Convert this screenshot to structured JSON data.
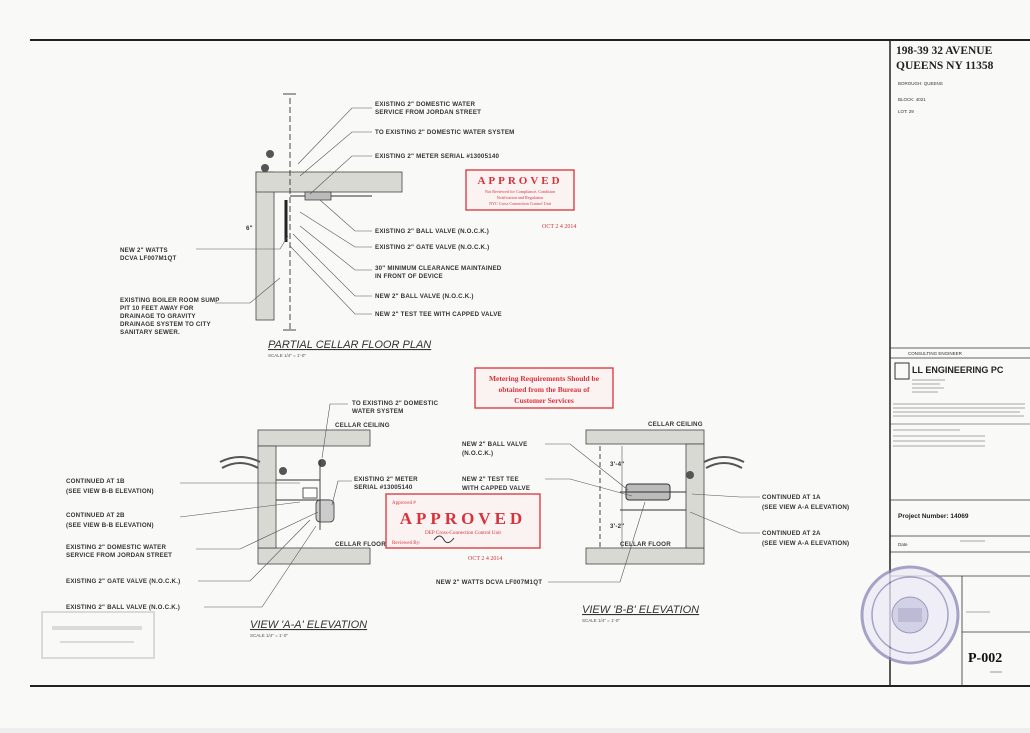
{
  "title_block": {
    "address_line1": "198-39 32 AVENUE",
    "address_line2": "QUEENS NY 11358",
    "borough": "BOROUGH: QUEENS",
    "block": "BLOCK: 4021",
    "lot": "LOT: 29",
    "consulting_label": "CONSULTING ENGINEER",
    "firm_name": "LL ENGINEERING PC",
    "project_number": "Project Number: 14069",
    "date_label": "Date",
    "sheet_number": "P-002"
  },
  "stamps": {
    "approved_1": {
      "title": "APPROVED",
      "line1": "Not Reviewed for Compliance, Condition",
      "line2": "Notification and Regulation",
      "line3": "NYC Cross Connection Control Unit",
      "date": "OCT 2 4 2014"
    },
    "notice": {
      "line1": "Metering Requirements Should be",
      "line2": "obtained from the Bureau of",
      "line3": "Customer Services"
    },
    "approved_2": {
      "top": "Approved #",
      "title": "APPROVED",
      "line1": "DEP Cross-Connection Control Unit",
      "reviewed_by": "Reviewed By:",
      "date": "OCT 2 4 2014"
    }
  },
  "plan": {
    "labels": {
      "l1": "EXISTING 2\" DOMESTIC WATER",
      "l1b": "SERVICE FROM JORDAN STREET",
      "l2": "TO EXISTING 2\" DOMESTIC WATER SYSTEM",
      "l3": "EXISTING 2\" METER SERIAL #13005140",
      "l4": "EXISTING 2\" BALL VALVE (N.O.C.K.)",
      "l5": "EXISTING 2\" GATE VALVE (N.O.C.K.)",
      "l6": "30\" MINIMUM CLEARANCE MAINTAINED",
      "l6b": "IN FRONT OF DEVICE",
      "l7": "NEW 2\" BALL VALVE (N.O.C.K.)",
      "l8": "NEW 2\" TEST TEE WITH CAPPED VALVE",
      "l9": "NEW 2\" WATTS",
      "l9b": "DCVA LF007M1QT",
      "l10": "EXISTING BOILER ROOM SUMP",
      "l10b": "PIT 10 FEET AWAY FOR",
      "l10c": "DRAINAGE TO GRAVITY",
      "l10d": "DRAINAGE SYSTEM TO CITY",
      "l10e": "SANITARY SEWER."
    },
    "title": "PARTIAL CELLAR FLOOR PLAN",
    "scale": "SCALE 1/4\" = 1'-0\""
  },
  "view_a": {
    "labels": {
      "a1": "TO EXISTING 2\" DOMESTIC",
      "a1b": "WATER SYSTEM",
      "a2": "CONTINUED AT 1B",
      "a2b": "(SEE VIEW B-B ELEVATION)",
      "a3": "CONTINUED AT 2B",
      "a3b": "(SEE VIEW B-B ELEVATION)",
      "a4": "EXISTING 2\" DOMESTIC WATER",
      "a4b": "SERVICE FROM JORDAN STREET",
      "a5": "EXISTING 2\" GATE VALVE (N.O.C.K.)",
      "a6": "EXISTING 2\" BALL VALVE (N.O.C.K.)",
      "a7": "EXISTING 2\" METER",
      "a7b": "SERIAL #13005140",
      "ceiling": "CELLAR CEILING",
      "floor": "CELLAR FLOOR"
    },
    "title": "VIEW 'A-A' ELEVATION",
    "scale": "SCALE 1/4\" = 1'-0\""
  },
  "view_b": {
    "labels": {
      "b1": "NEW 2\" BALL VALVE",
      "b1b": "(N.O.C.K.)",
      "b2": "NEW 2\" TEST TEE",
      "b2b": "WITH CAPPED VALVE",
      "b3": "CONTINUED AT 1A",
      "b3b": "(SEE VIEW A-A ELEVATION)",
      "b4": "CONTINUED AT 2A",
      "b4b": "(SEE VIEW A-A ELEVATION)",
      "b5": "NEW 2\" WATTS DCVA LF007M1QT",
      "dim1": "3'-4\"",
      "dim2": "3'-2\"",
      "ceiling": "CELLAR CEILING",
      "floor": "CELLAR FLOOR"
    },
    "title": "VIEW 'B-B' ELEVATION",
    "scale": "SCALE 1/4\" = 1'-0\""
  },
  "colors": {
    "stamp_red": "#d8323b",
    "ink": "#333333",
    "seal_purple": "#8a86b8"
  }
}
